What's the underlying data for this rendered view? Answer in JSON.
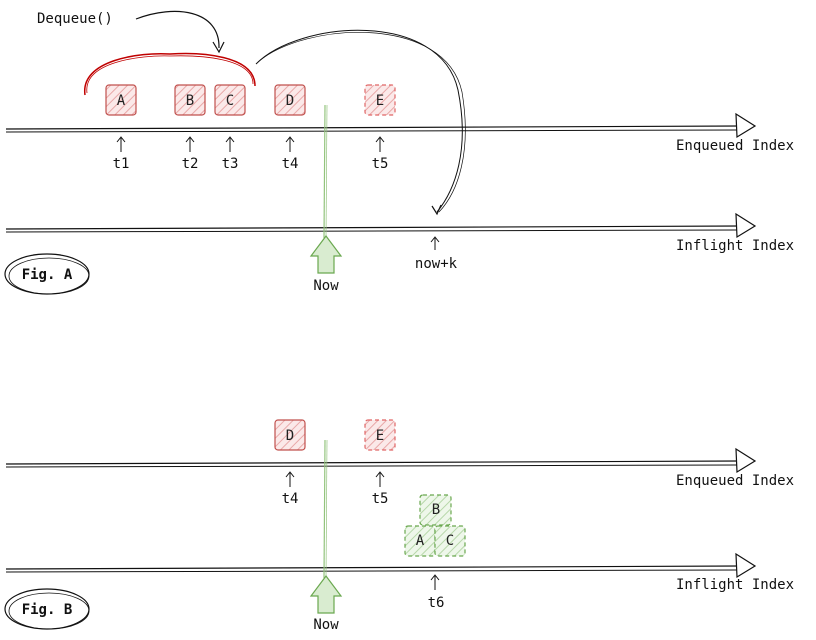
{
  "fig_a": {
    "caption": "Fig. A",
    "annotation": "Dequeue()",
    "enqueued_axis_label": "Enqueued Index",
    "inflight_axis_label": "Inflight Index",
    "now_label": "Now",
    "target_label": "now+k",
    "boxes": [
      {
        "label": "A",
        "style": "solid"
      },
      {
        "label": "B",
        "style": "solid"
      },
      {
        "label": "C",
        "style": "solid"
      },
      {
        "label": "D",
        "style": "solid"
      },
      {
        "label": "E",
        "style": "dashed"
      }
    ],
    "ticks": [
      "t1",
      "t2",
      "t3",
      "t4",
      "t5"
    ]
  },
  "fig_b": {
    "caption": "Fig. B",
    "enqueued_axis_label": "Enqueued Index",
    "inflight_axis_label": "Inflight Index",
    "now_label": "Now",
    "enqueued_boxes": [
      {
        "label": "D",
        "style": "solid"
      },
      {
        "label": "E",
        "style": "dashed"
      }
    ],
    "enqueued_ticks": [
      "t4",
      "t5"
    ],
    "inflight_boxes": [
      "B",
      "A",
      "C"
    ],
    "inflight_tick": "t6"
  },
  "colors": {
    "enqueued_fill": "#f6d6d6",
    "enqueued_stroke": "#c0504d",
    "inflight_fill": "#d9ecd0",
    "inflight_stroke": "#6aa84f",
    "bracket": "#c00000",
    "now_line": "#93c47d"
  }
}
